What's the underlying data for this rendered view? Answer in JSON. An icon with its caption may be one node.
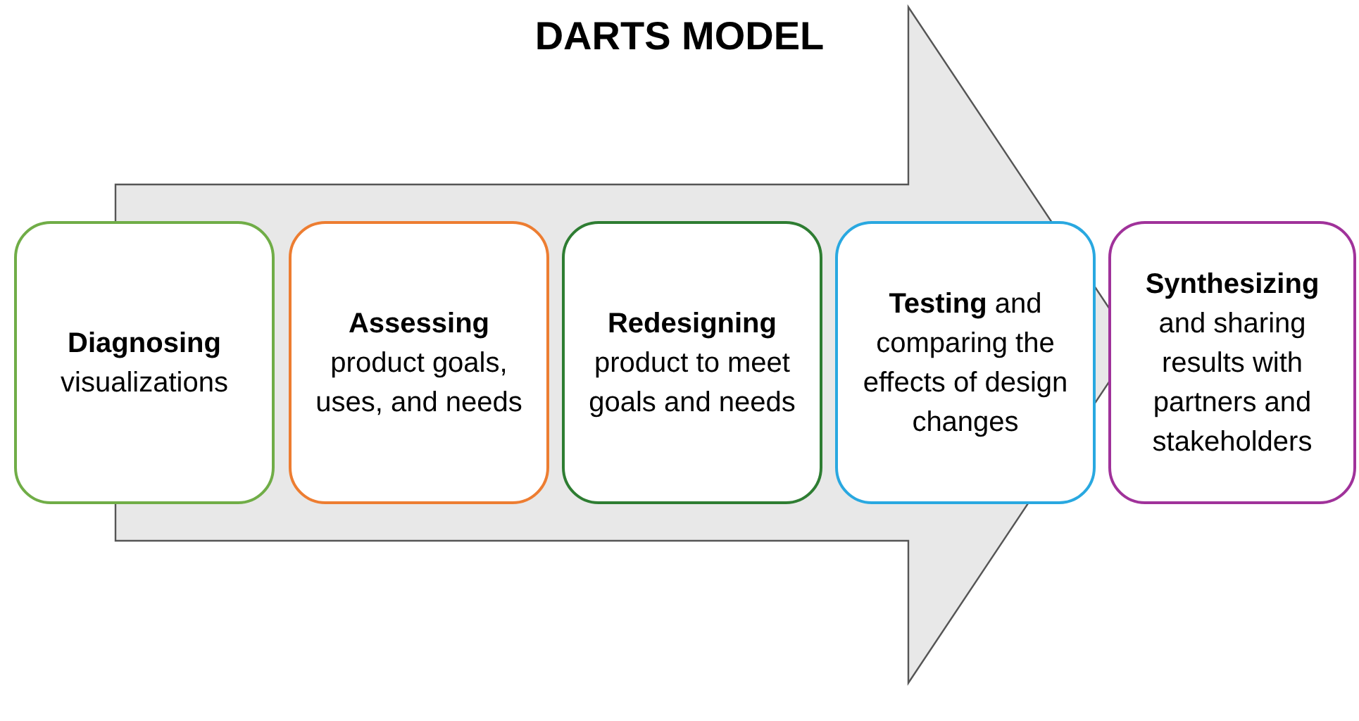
{
  "diagram": {
    "title": "DARTS MODEL",
    "nodes": [
      {
        "text": [
          "**Diagnosing** visualizations"
        ]
      },
      {
        "text": [
          "**Assessing** product goals, uses, and needs"
        ]
      },
      {
        "text": [
          "**Redesigning** product to meet goals and needs"
        ]
      },
      {
        "text": [
          "**Testing** and comparing the effects of design changes"
        ]
      },
      {
        "text": [
          "**Synthesizing** and sharing results with partners and stakeholders"
        ]
      }
    ],
    "edges": [
      {
        "from": 0,
        "to": 4,
        "arrow": "to",
        "style": "thick"
      }
    ]
  }
}
